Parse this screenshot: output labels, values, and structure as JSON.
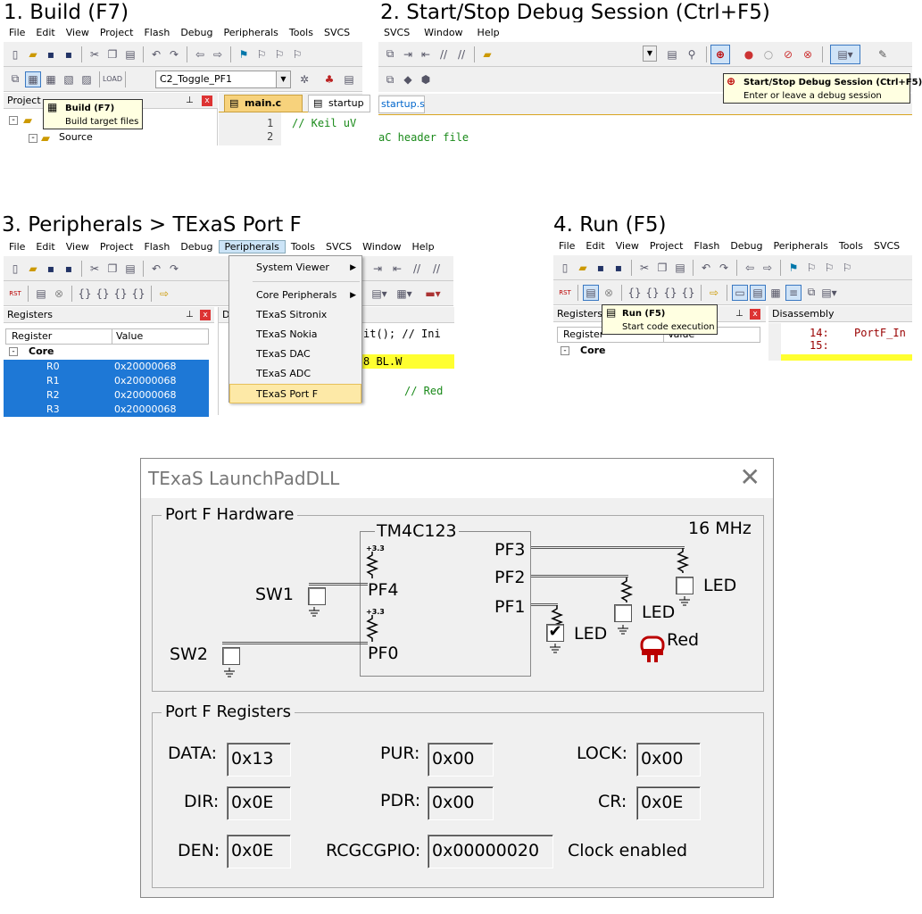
{
  "steps": {
    "s1": "1. Build (F7)",
    "s2": "2. Start/Stop Debug Session (Ctrl+F5)",
    "s3": "3. Peripherals > TExaS Port F",
    "s4": "4. Run (F5)"
  },
  "panel1": {
    "menu": [
      "File",
      "Edit",
      "View",
      "Project",
      "Flash",
      "Debug",
      "Peripherals",
      "Tools",
      "SVCS"
    ],
    "target": "C2_Toggle_PF1",
    "project_pane": "Project",
    "tooltip_title": "Build (F7)",
    "tooltip_desc": "Build target files",
    "tab_main": "main.c",
    "tab_startup": "startup",
    "tree_source": "Source",
    "lines": [
      "1",
      "2"
    ],
    "code1": "// Keil uV"
  },
  "panel2": {
    "menu": [
      "SVCS",
      "Window",
      "Help"
    ],
    "tab": "startup.s",
    "code": "aC header file",
    "tooltip_title": "Start/Stop Debug Session (Ctrl+F5)",
    "tooltip_desc": "Enter or leave a debug session"
  },
  "panel3": {
    "menu": [
      "File",
      "Edit",
      "View",
      "Project",
      "Flash",
      "Debug",
      "Peripherals",
      "Tools",
      "SVCS",
      "Window",
      "Help"
    ],
    "pane": "Registers",
    "col_register": "Register",
    "col_value": "Value",
    "core": "Core",
    "regs": [
      {
        "name": "R0",
        "value": "0x20000068"
      },
      {
        "name": "R1",
        "value": "0x20000068"
      },
      {
        "name": "R2",
        "value": "0x20000068"
      },
      {
        "name": "R3",
        "value": "0x20000068"
      }
    ],
    "code1": "it();  // Ini",
    "code2": "8  BL.W",
    "code3": "// Red",
    "dmenu": [
      "System Viewer",
      "Core Peripherals",
      "TExaS Sitronix",
      "TExaS Nokia",
      "TExaS DAC",
      "TExaS ADC",
      "TExaS Port F"
    ]
  },
  "panel4": {
    "menu": [
      "File",
      "Edit",
      "View",
      "Project",
      "Flash",
      "Debug",
      "Peripherals",
      "Tools",
      "SVCS"
    ],
    "pane": "Registers",
    "col_register": "Register",
    "col_value": "Value",
    "core": "Core",
    "disasm": "Disassembly",
    "line14": "14:",
    "code14": "PortF_In",
    "line15": "15:",
    "tooltip_title": "Run (F5)",
    "tooltip_desc": "Start code execution"
  },
  "dialog": {
    "title": "TExaS LaunchPadDLL",
    "hw_group": "Port F Hardware",
    "chip": "TM4C123",
    "freq": "16 MHz",
    "sw1": "SW1",
    "sw2": "SW2",
    "pf4": "PF4",
    "pf0": "PF0",
    "pf3": "PF3",
    "pf2": "PF2",
    "pf1": "PF1",
    "v33": "+3.3",
    "led": "LED",
    "red": "Red",
    "reg_group": "Port F Registers",
    "regs": {
      "data_label": "DATA:",
      "data": "0x13",
      "dir_label": "DIR:",
      "dir": "0x0E",
      "den_label": "DEN:",
      "den": "0x0E",
      "pur_label": "PUR:",
      "pur": "0x00",
      "pdr_label": "PDR:",
      "pdr": "0x00",
      "rcgc_label": "RCGCGPIO:",
      "rcgc": "0x00000020",
      "lock_label": "LOCK:",
      "lock": "0x00",
      "cr_label": "CR:",
      "cr": "0x0E"
    },
    "clock": "Clock enabled"
  },
  "icons": [
    "new-file-icon",
    "open-icon",
    "save-icon",
    "build-icon",
    "debug-icon",
    "run-icon",
    "ground-icon",
    "resistor-icon",
    "close-icon"
  ]
}
